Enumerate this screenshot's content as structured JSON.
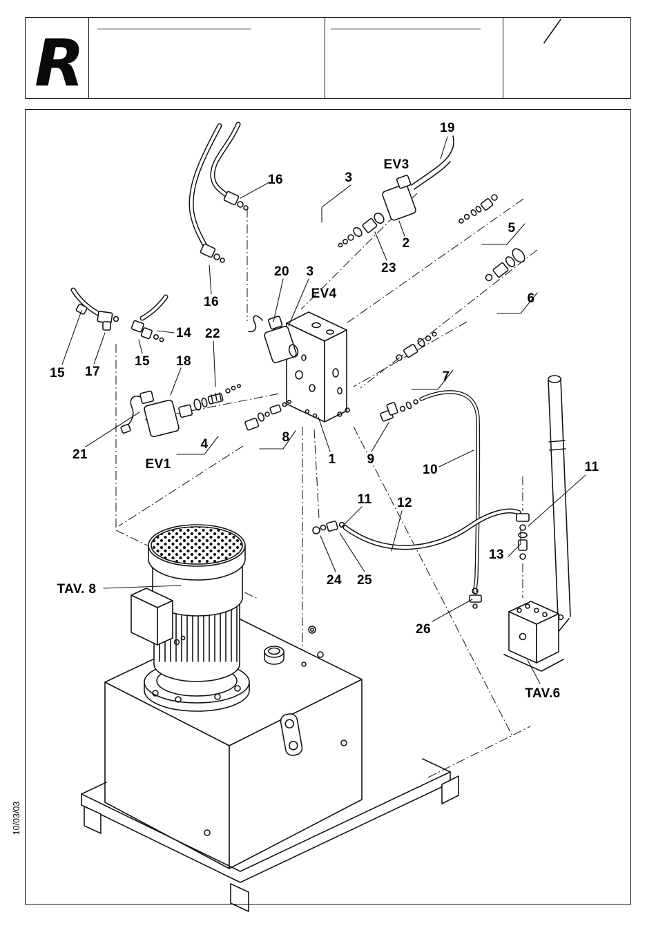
{
  "header": {
    "logo_letter": "R"
  },
  "side_date": "10/03/03",
  "callouts": {
    "n19": "19",
    "ev3": "EV3",
    "n3_top": "3",
    "n16_top": "16",
    "n5": "5",
    "n2": "2",
    "n23": "23",
    "n20": "20",
    "n3_mid": "3",
    "ev4": "EV4",
    "n6": "6",
    "n16_left": "16",
    "n14": "14",
    "n22": "22",
    "n15_left": "15",
    "n17": "17",
    "n15_mid": "15",
    "n18": "18",
    "n7": "7",
    "n21": "21",
    "ev1": "EV1",
    "n4": "4",
    "n8": "8",
    "n1": "1",
    "n9": "9",
    "n10": "10",
    "n11_mid": "11",
    "n12": "12",
    "n11_right": "11",
    "n13": "13",
    "tav8": "TAV. 8",
    "n24": "24",
    "n25": "25",
    "n26": "26",
    "tav6": "TAV.6"
  },
  "colors": {
    "line": "#141414",
    "background": "#ffffff"
  }
}
